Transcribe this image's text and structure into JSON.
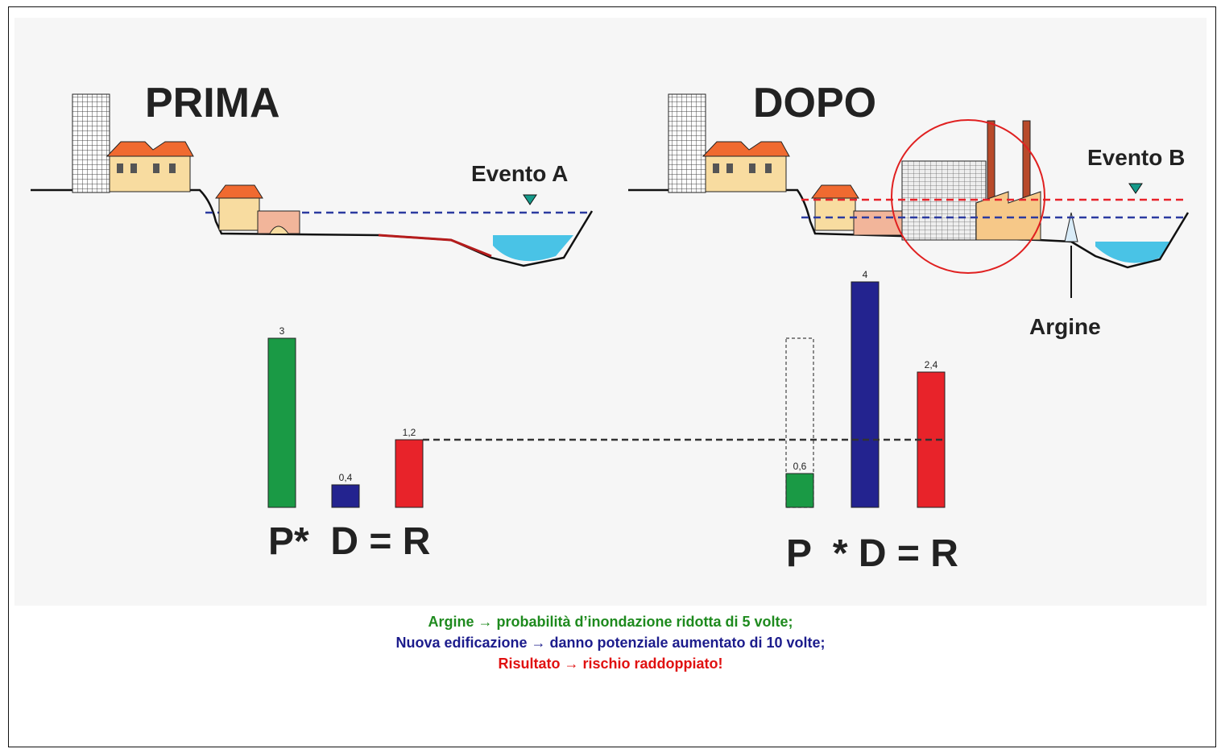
{
  "before": {
    "title": "PRIMA",
    "event_label": "Evento A",
    "formula": "P*  D = R",
    "bars": [
      {
        "name": "P",
        "value": 3,
        "label": "3",
        "color": "#1a9a45"
      },
      {
        "name": "D",
        "value": 0.4,
        "label": "0,4",
        "color": "#23238f"
      },
      {
        "name": "R",
        "value": 1.2,
        "label": "1,2",
        "color": "#e8232a"
      }
    ]
  },
  "after": {
    "title": "DOPO",
    "event_label": "Evento B",
    "levee_label": "Argine",
    "formula": "P  * D = R",
    "previous_p_value": 3,
    "bars": [
      {
        "name": "P",
        "value": 0.6,
        "label": "0,6",
        "color": "#1a9a45"
      },
      {
        "name": "D",
        "value": 4,
        "label": "4",
        "color": "#23238f"
      },
      {
        "name": "R",
        "value": 2.4,
        "label": "2,4",
        "color": "#e8232a"
      }
    ]
  },
  "captions": [
    {
      "text": "Argine → probabilità d’inondazione ridotta di 5 volte;",
      "color": "#1e8a1e"
    },
    {
      "text": "Nuova edificazione → danno potenziale aumentato di 10 volte;",
      "color": "#1c1c8c"
    },
    {
      "text": "Risultato → rischio raddoppiato!",
      "color": "#e01010"
    }
  ],
  "colors": {
    "water": "#49c3e6",
    "roof": "#f06a30",
    "wall": "#f8dca0",
    "danger_line": "#e8232a",
    "water_line": "#2b3aa0",
    "circle": "#e02020"
  }
}
